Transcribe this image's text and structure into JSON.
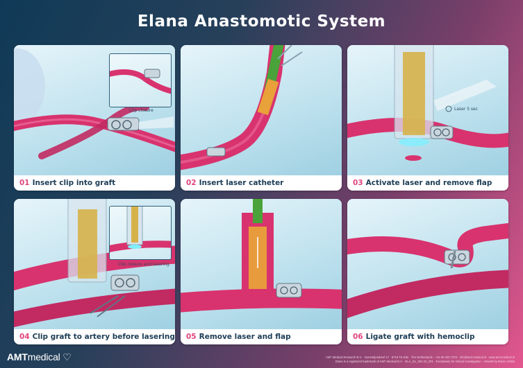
{
  "title": "Elana Anastomotic System",
  "panels": [
    {
      "num": "01",
      "caption": "Insert clip into graft",
      "inset_label": "Clip closure"
    },
    {
      "num": "02",
      "caption": "Insert laser catheter"
    },
    {
      "num": "03",
      "caption": "Activate laser and remove flap",
      "timer_label": "Laser 5 sec"
    },
    {
      "num": "04",
      "caption": "Clip graft to artery before lasering",
      "inset_label": "Clip closure and lasering"
    },
    {
      "num": "05",
      "caption": "Remove laser and flap"
    },
    {
      "num": "06",
      "caption": "Ligate graft with hemoclip"
    }
  ],
  "logo": {
    "brand": "AMT",
    "suffix": "medical"
  },
  "footer": {
    "line1": "AMT Medical Research B.V. · Dorrestijnsdreef 17 · 6716 TE Ede · The Netherlands · +31 85 303 7370 · info@amt-medical.nl · www.amt-medical.nl",
    "line2": "Elana is a registered trademark of AMT Medical B.V. · ELA_GL_034-22_001 · Exclusively for clinical investigation · Artwork by Bionic Artists"
  },
  "colors": {
    "accent": "#e0457e",
    "navy": "#1d3d56",
    "vessel": "#d8336e",
    "tissue": "#bfe2ee"
  }
}
